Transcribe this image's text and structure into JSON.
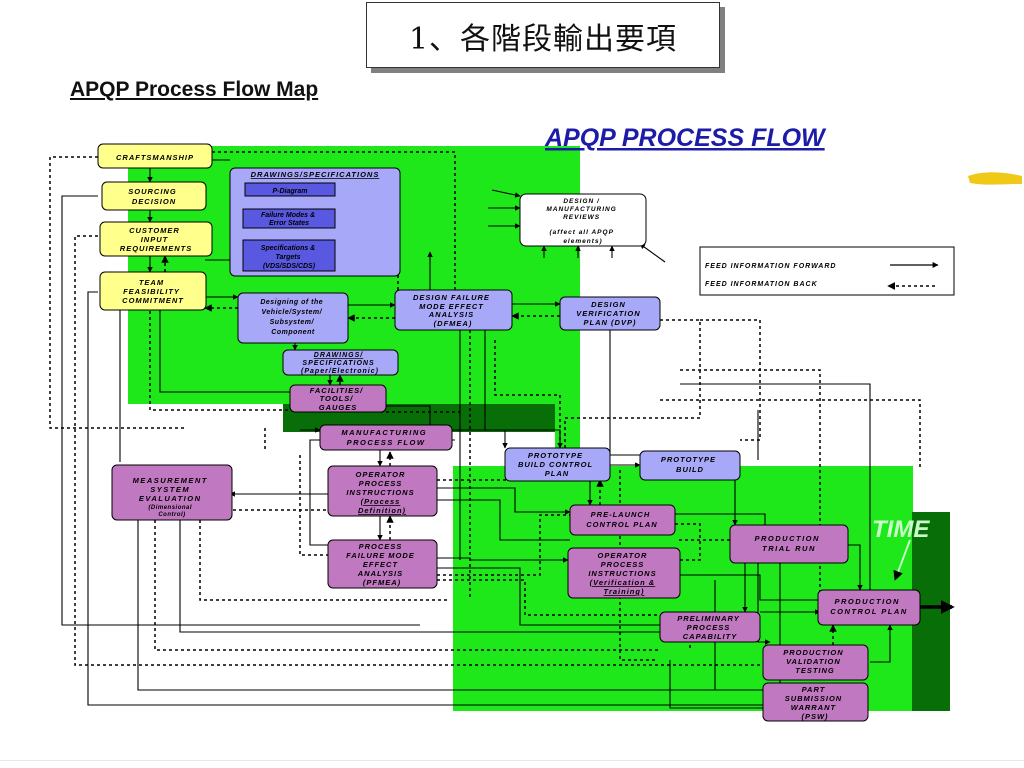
{
  "slide_title": "1、各階段輸出要項",
  "heading": "APQP Process Flow Map",
  "diagram": {
    "title": "APQP PROCESS FLOW",
    "time_label": "TIME",
    "legend": {
      "forward": "FEED INFORMATION FORWARD",
      "back": "FEED INFORMATION BACK"
    },
    "nodes": [
      {
        "id": "craftsmanship",
        "lines": [
          "CRAFTSMANSHIP"
        ]
      },
      {
        "id": "sourcing",
        "lines": [
          "SOURCING",
          "DECISION"
        ]
      },
      {
        "id": "customer",
        "lines": [
          "CUSTOMER",
          "INPUT",
          "REQUIREMENTS"
        ]
      },
      {
        "id": "team",
        "lines": [
          "TEAM",
          "FEASIBILITY",
          "COMMITMENT"
        ]
      },
      {
        "id": "drawings-spec",
        "lines": [
          "DRAWINGS/SPECIFICATIONS"
        ]
      },
      {
        "id": "p-diagram",
        "lines": [
          "P-Diagram"
        ]
      },
      {
        "id": "failure-modes",
        "lines": [
          "Failure Modes &",
          "Error States"
        ]
      },
      {
        "id": "spec-targets",
        "lines": [
          "Specifications &",
          "Targets",
          "(VDS/SDS/CDS)"
        ]
      },
      {
        "id": "design-reviews",
        "lines": [
          "DESIGN /",
          "MANUFACTURING",
          "REVIEWS",
          "",
          "(affect all APQP",
          "elements)"
        ]
      },
      {
        "id": "designing",
        "lines": [
          "Designing of the",
          "Vehicle/System/",
          "Subsystem/",
          "Component"
        ]
      },
      {
        "id": "dfmea",
        "lines": [
          "DESIGN FAILURE",
          "MODE EFFECT",
          "ANALYSIS",
          "(DFMEA)"
        ]
      },
      {
        "id": "dvp",
        "lines": [
          "DESIGN",
          "VERIFICATION",
          "PLAN (DVP)"
        ]
      },
      {
        "id": "drawings2",
        "lines": [
          "DRAWINGS/",
          "SPECIFICATIONS",
          "(Paper/Electronic)"
        ]
      },
      {
        "id": "facilities",
        "lines": [
          "FACILITIES/",
          "TOOLS/",
          "GAUGES"
        ]
      },
      {
        "id": "mpf",
        "lines": [
          "MANUFACTURING",
          "PROCESS FLOW"
        ]
      },
      {
        "id": "msa",
        "lines": [
          "MEASUREMENT",
          "SYSTEM",
          "EVALUATION",
          "(Dimensional",
          "Control)"
        ]
      },
      {
        "id": "opi",
        "lines": [
          "OPERATOR",
          "PROCESS",
          "INSTRUCTIONS",
          "(Process",
          "Definition)"
        ]
      },
      {
        "id": "pfmea",
        "lines": [
          "PROCESS",
          "FAILURE MODE",
          "EFFECT",
          "ANALYSIS",
          "(PFMEA)"
        ]
      },
      {
        "id": "proto-cp",
        "lines": [
          "PROTOTYPE",
          "BUILD CONTROL",
          "PLAN"
        ]
      },
      {
        "id": "proto-build",
        "lines": [
          "PROTOTYPE",
          "BUILD"
        ]
      },
      {
        "id": "prelaunch",
        "lines": [
          "PRE-LAUNCH",
          "CONTROL PLAN"
        ]
      },
      {
        "id": "trial",
        "lines": [
          "PRODUCTION",
          "TRIAL RUN"
        ]
      },
      {
        "id": "opi2",
        "lines": [
          "OPERATOR",
          "PROCESS",
          "INSTRUCTIONS",
          "(Verification &",
          "Training)"
        ]
      },
      {
        "id": "prod-cp",
        "lines": [
          "PRODUCTION",
          "CONTROL PLAN"
        ]
      },
      {
        "id": "prelim",
        "lines": [
          "PRELIMINARY",
          "PROCESS",
          "CAPABILITY"
        ]
      },
      {
        "id": "ppv",
        "lines": [
          "PRODUCTION",
          "VALIDATION",
          "TESTING"
        ]
      },
      {
        "id": "psw",
        "lines": [
          "PART",
          "SUBMISSION",
          "WARRANT",
          "(PSW)"
        ]
      }
    ],
    "colors": {
      "bright_green": "#1fe81a",
      "dark_green": "#086e08",
      "yellow_box": "#ffff8c",
      "blue_box": "#a8a8f8",
      "purple_box": "#c078c0",
      "title_blue": "#1c1ca8",
      "white_box": "#ffffff"
    }
  }
}
